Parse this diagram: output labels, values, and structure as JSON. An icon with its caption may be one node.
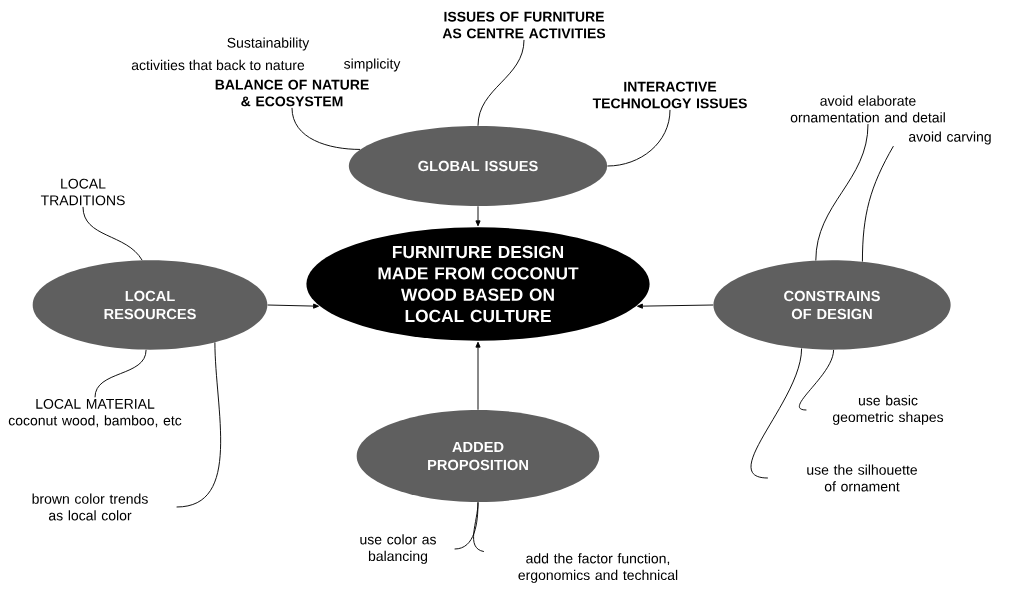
{
  "diagram": {
    "nodes": [
      {
        "text": [
          "FURNITURE DESIGN MADE FROM COCONUT WOOD BASED ON LOCAL CULTURE"
        ]
      },
      {
        "text": [
          "GLOBAL ISSUES"
        ]
      },
      {
        "text": [
          "LOCAL RESOURCES"
        ]
      },
      {
        "text": [
          "CONSTRAINS OF DESIGN"
        ]
      },
      {
        "text": [
          "ADDED PROPOSITION"
        ]
      },
      {
        "text": [
          "BALANCE OF NATURE & ECOSYSTEM"
        ]
      },
      {
        "text": [
          "ISSUES OF FURNITURE AS CENTRE ACTIVITIES"
        ]
      },
      {
        "text": [
          "INTERACTIVE TECHNOLOGY ISSUES"
        ]
      },
      {
        "text": [
          "LOCAL TRADITIONS"
        ]
      },
      {
        "text": [
          "LOCAL MATERIAL",
          "coconut wood, bamboo, etc"
        ]
      },
      {
        "text": [
          "brown color trends as local color"
        ]
      },
      {
        "text": [
          "avoid elaborate ornamentation and detail"
        ]
      },
      {
        "text": [
          "avoid carving"
        ]
      },
      {
        "text": [
          "use basic geometric shapes"
        ]
      },
      {
        "text": [
          "use the silhouette of ornament"
        ]
      },
      {
        "text": [
          "use color as balancing"
        ]
      },
      {
        "text": [
          "add the factor function, ergonomics and technical"
        ]
      }
    ],
    "edges": [
      {
        "from": 1,
        "to": 0,
        "arrow": "to"
      },
      {
        "from": 2,
        "to": 0,
        "arrow": "to"
      },
      {
        "from": 3,
        "to": 0,
        "arrow": "to"
      },
      {
        "from": 4,
        "to": 0,
        "arrow": "to"
      },
      {
        "from": 5,
        "to": 1,
        "arrow": "none"
      },
      {
        "from": 6,
        "to": 1,
        "arrow": "none"
      },
      {
        "from": 7,
        "to": 1,
        "arrow": "none"
      },
      {
        "from": 8,
        "to": 2,
        "arrow": "none"
      },
      {
        "from": 9,
        "to": 2,
        "arrow": "none"
      },
      {
        "from": 10,
        "to": 2,
        "arrow": "none"
      },
      {
        "from": 11,
        "to": 3,
        "arrow": "none"
      },
      {
        "from": 12,
        "to": 3,
        "arrow": "none"
      },
      {
        "from": 13,
        "to": 3,
        "arrow": "none"
      },
      {
        "from": 14,
        "to": 3,
        "arrow": "none"
      },
      {
        "from": 15,
        "to": 4,
        "arrow": "none"
      },
      {
        "from": 16,
        "to": 4,
        "arrow": "none"
      }
    ],
    "labels": [
      "Sustainability",
      "activities that back to nature",
      "simplicity"
    ]
  }
}
